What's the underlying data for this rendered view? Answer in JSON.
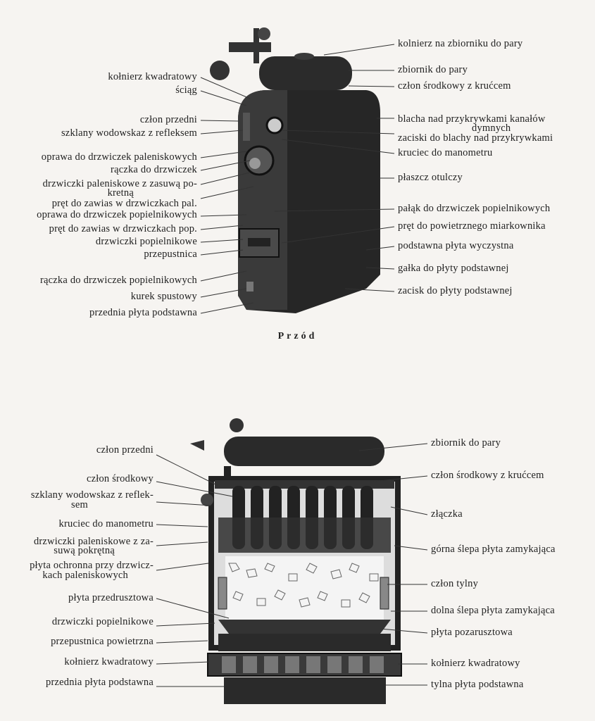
{
  "front_view": {
    "caption": "Przód",
    "left_labels": [
      "kołnierz kwadratowy",
      "ściąg",
      "człon przedni",
      "szklany wodowskaz z refleksem",
      "oprawa do drzwiczek paleniskowych",
      "rączka do drzwiczek",
      "drzwiczki paleniskowe z zasuwą po-",
      "kretną",
      "pręt do zawias w drzwiczkach pal.",
      "oprawa do drzwiczek popielnikowych",
      "pręt do zawias w drzwiczkach pop.",
      "drzwiczki popielnikowe",
      "przepustnica",
      "rączka do drzwiczek popielnikowych",
      "kurek spustowy",
      "przednia płyta podstawna"
    ],
    "right_labels": [
      "kolnierz na zbiorniku do pary",
      "zbiornik do pary",
      "człon środkowy z krućcem",
      "blacha nad przykrywkami kanałów",
      "dymnych",
      "zaciski do blachy nad przykrywkami",
      "kruciec do manometru",
      "płaszcz otulczy",
      "pałąk do drzwiczek popielnikowych",
      "pręt do powietrznego miarkownika",
      "podstawna płyta wyczystna",
      "gałka do płyty podstawnej",
      "zacisk do płyty podstawnej"
    ]
  },
  "section_view": {
    "left_labels": [
      "człon przedni",
      "człon środkowy",
      "szklany wodowskaz z reflek-",
      "sem",
      "kruciec do manometru",
      "drzwiczki paleniskowe z za-",
      "suwą pokrętną",
      "płyta ochronna przy drzwicz-",
      "kach paleniskowych",
      "płyta przedrusztowa",
      "drzwiczki popielnikowe",
      "przepustnica powietrzna",
      "kołnierz kwadratowy",
      "przednia płyta podstawna"
    ],
    "right_labels": [
      "zbiornik do pary",
      "człon środkowy z krućcem",
      "złączka",
      "górna ślepa płyta zamykająca",
      "człon tylny",
      "dolna ślepa płyta zamykająca",
      "płyta pozarusztowa",
      "kołnierz kwadratowy",
      "tylna płyta podstawna"
    ]
  }
}
